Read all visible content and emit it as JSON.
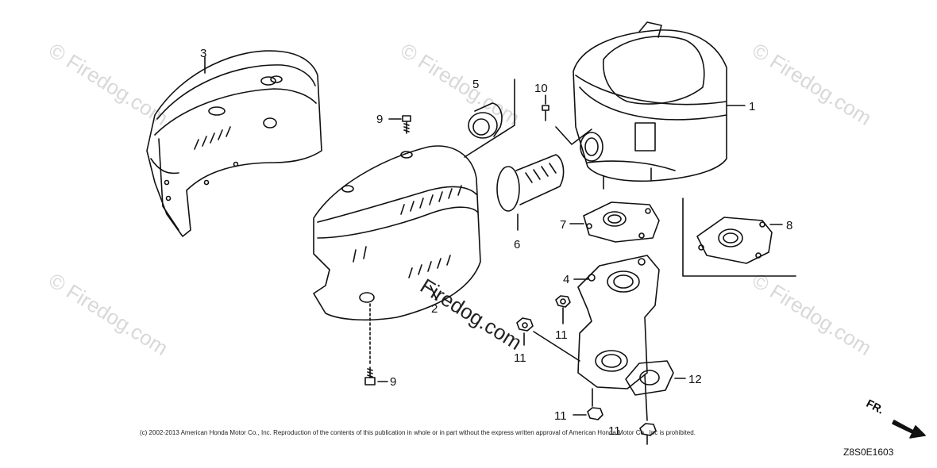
{
  "watermark": {
    "text": "© Firedog.com",
    "center_text": "Firedog.com"
  },
  "callouts": {
    "c1": "1",
    "c2": "2",
    "c3": "3",
    "c4": "4",
    "c5": "5",
    "c6": "6",
    "c7": "7",
    "c8": "8",
    "c9a": "9",
    "c9b": "9",
    "c10": "10",
    "c11a": "11",
    "c11b": "11",
    "c11c": "11",
    "c11d": "11",
    "c12": "12"
  },
  "footer": {
    "copyright": "(c) 2002-2013 American Honda Motor Co., Inc. Reproduction of the contents of this publication in whole or in part without the express written approval of American Honda Motor Co., Inc is prohibited.",
    "diagram_id": "Z8S0E1603"
  },
  "direction": {
    "label": "FR."
  },
  "colors": {
    "line": "#111111",
    "watermark": "#d8d8d8"
  }
}
